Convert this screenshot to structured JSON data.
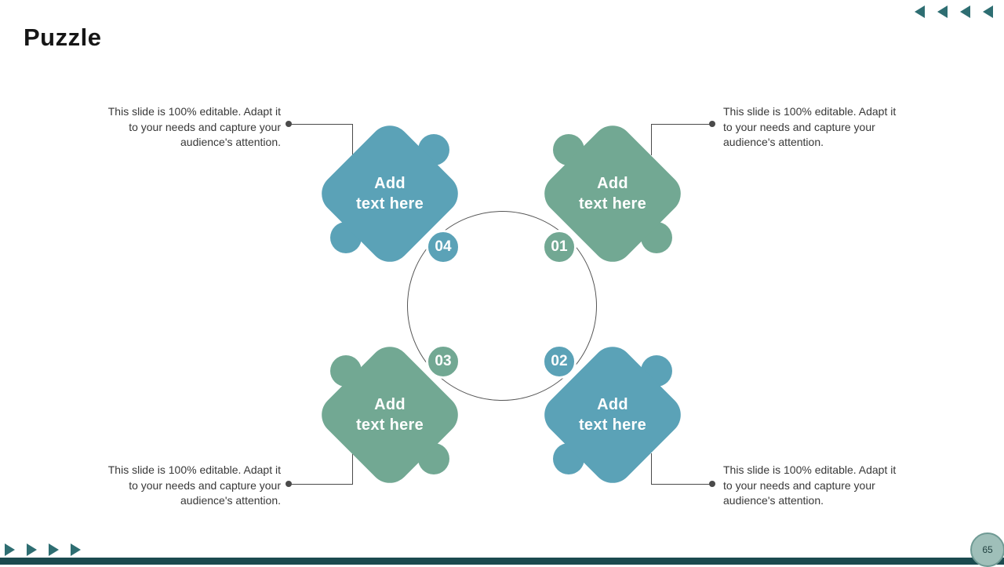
{
  "slide": {
    "title": "Puzzle",
    "page_number": "65"
  },
  "pieces": [
    {
      "position": "top-left",
      "number": "04",
      "color_name": "blue",
      "label_lines": [
        "Add",
        "text here"
      ]
    },
    {
      "position": "top-right",
      "number": "01",
      "color_name": "green",
      "label_lines": [
        "Add",
        "text here"
      ]
    },
    {
      "position": "bottom-left",
      "number": "03",
      "color_name": "green",
      "label_lines": [
        "Add",
        "text here"
      ]
    },
    {
      "position": "bottom-right",
      "number": "02",
      "color_name": "blue",
      "label_lines": [
        "Add",
        "text here"
      ]
    }
  ],
  "callouts": [
    {
      "position": "top-left",
      "lines": [
        "This slide is 100% editable. Adapt it",
        "to your needs and capture your",
        "audience's attention."
      ]
    },
    {
      "position": "top-right",
      "lines": [
        "This slide is 100% editable. Adapt it",
        "to your needs and capture your",
        "audience's attention."
      ]
    },
    {
      "position": "bottom-left",
      "lines": [
        "This slide is 100% editable. Adapt it",
        "to your needs and capture your",
        "audience's attention."
      ]
    },
    {
      "position": "bottom-right",
      "lines": [
        "This slide is 100% editable. Adapt it",
        "to your needs and capture your",
        "audience's attention."
      ]
    }
  ],
  "nav": {
    "top_right_arrow_count": 4,
    "bottom_left_arrow_count": 4
  },
  "colors": {
    "blue": "#5ba2b7",
    "green": "#72a893",
    "arrow_teal": "#2e6e72",
    "footer_bar": "#1b4a4f",
    "page_badge_fill": "#9fbfb9",
    "page_badge_border": "#6f9a94",
    "connector": "#4a4a4a"
  }
}
